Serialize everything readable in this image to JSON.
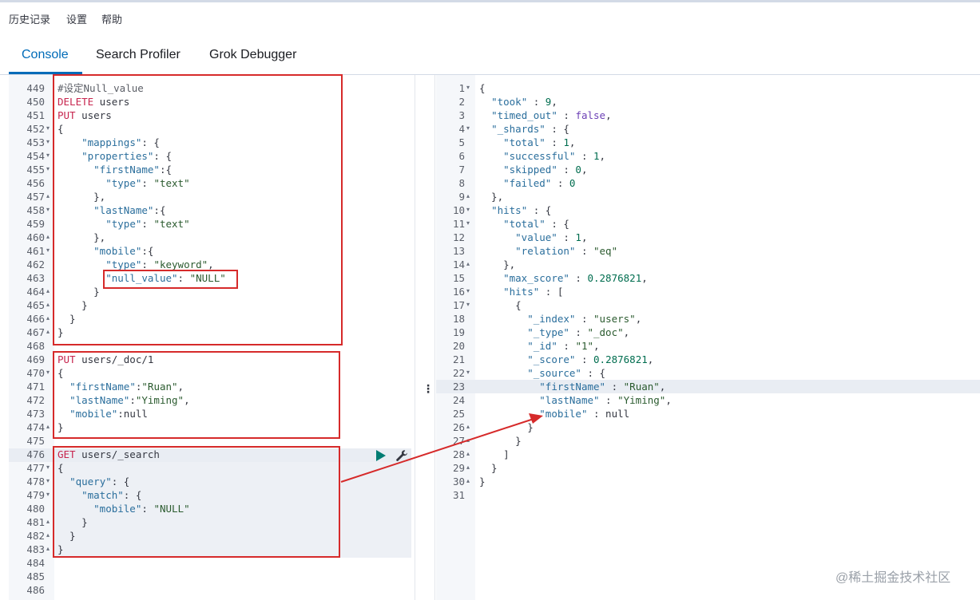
{
  "menu": [
    "历史记录",
    "设置",
    "帮助"
  ],
  "tabs": [
    "Console",
    "Search Profiler",
    "Grok Debugger"
  ],
  "active_tab": "Console",
  "request_editor": {
    "lines": [
      {
        "n": "449",
        "fold": "",
        "segs": [
          [
            "cmt",
            "#设定Null_value"
          ]
        ]
      },
      {
        "n": "450",
        "fold": "",
        "segs": [
          [
            "kw",
            "DELETE"
          ],
          [
            "code",
            " users"
          ]
        ]
      },
      {
        "n": "451",
        "fold": "",
        "segs": [
          [
            "kw",
            "PUT"
          ],
          [
            "code",
            " users"
          ]
        ]
      },
      {
        "n": "452",
        "fold": "open",
        "segs": [
          [
            "code",
            "{"
          ]
        ]
      },
      {
        "n": "453",
        "fold": "open",
        "segs": [
          [
            "code",
            "    "
          ],
          [
            "key",
            "\"mappings\""
          ],
          [
            "code",
            ": {"
          ]
        ]
      },
      {
        "n": "454",
        "fold": "open",
        "segs": [
          [
            "code",
            "    "
          ],
          [
            "key",
            "\"properties\""
          ],
          [
            "code",
            ": {"
          ]
        ]
      },
      {
        "n": "455",
        "fold": "open",
        "segs": [
          [
            "code",
            "      "
          ],
          [
            "key",
            "\"firstName\""
          ],
          [
            "code",
            ":{"
          ]
        ]
      },
      {
        "n": "456",
        "fold": "",
        "segs": [
          [
            "code",
            "        "
          ],
          [
            "key",
            "\"type\""
          ],
          [
            "code",
            ": "
          ],
          [
            "str",
            "\"text\""
          ]
        ]
      },
      {
        "n": "457",
        "fold": "close",
        "segs": [
          [
            "code",
            "      },"
          ]
        ]
      },
      {
        "n": "458",
        "fold": "open",
        "segs": [
          [
            "code",
            "      "
          ],
          [
            "key",
            "\"lastName\""
          ],
          [
            "code",
            ":{"
          ]
        ]
      },
      {
        "n": "459",
        "fold": "",
        "segs": [
          [
            "code",
            "        "
          ],
          [
            "key",
            "\"type\""
          ],
          [
            "code",
            ": "
          ],
          [
            "str",
            "\"text\""
          ]
        ]
      },
      {
        "n": "460",
        "fold": "close",
        "segs": [
          [
            "code",
            "      },"
          ]
        ]
      },
      {
        "n": "461",
        "fold": "open",
        "segs": [
          [
            "code",
            "      "
          ],
          [
            "key",
            "\"mobile\""
          ],
          [
            "code",
            ":{"
          ]
        ]
      },
      {
        "n": "462",
        "fold": "",
        "segs": [
          [
            "code",
            "        "
          ],
          [
            "key",
            "\"type\""
          ],
          [
            "code",
            ": "
          ],
          [
            "str",
            "\"keyword\""
          ],
          [
            "code",
            ","
          ]
        ]
      },
      {
        "n": "463",
        "fold": "",
        "segs": [
          [
            "code",
            "        "
          ],
          [
            "key",
            "\"null_value\""
          ],
          [
            "code",
            ": "
          ],
          [
            "str",
            "\"NULL\""
          ]
        ]
      },
      {
        "n": "464",
        "fold": "close",
        "segs": [
          [
            "code",
            "      }"
          ]
        ]
      },
      {
        "n": "465",
        "fold": "close",
        "segs": [
          [
            "code",
            "    }"
          ]
        ]
      },
      {
        "n": "466",
        "fold": "close",
        "segs": [
          [
            "code",
            "  }"
          ]
        ]
      },
      {
        "n": "467",
        "fold": "close",
        "segs": [
          [
            "code",
            "}"
          ]
        ]
      },
      {
        "n": "468",
        "fold": "",
        "segs": []
      },
      {
        "n": "469",
        "fold": "",
        "segs": [
          [
            "kw",
            "PUT"
          ],
          [
            "code",
            " users/_doc/1"
          ]
        ]
      },
      {
        "n": "470",
        "fold": "open",
        "segs": [
          [
            "code",
            "{"
          ]
        ]
      },
      {
        "n": "471",
        "fold": "",
        "segs": [
          [
            "code",
            "  "
          ],
          [
            "key",
            "\"firstName\""
          ],
          [
            "code",
            ":"
          ],
          [
            "str",
            "\"Ruan\""
          ],
          [
            "code",
            ","
          ]
        ]
      },
      {
        "n": "472",
        "fold": "",
        "segs": [
          [
            "code",
            "  "
          ],
          [
            "key",
            "\"lastName\""
          ],
          [
            "code",
            ":"
          ],
          [
            "str",
            "\"Yiming\""
          ],
          [
            "code",
            ","
          ]
        ]
      },
      {
        "n": "473",
        "fold": "",
        "segs": [
          [
            "code",
            "  "
          ],
          [
            "key",
            "\"mobile\""
          ],
          [
            "code",
            ":null"
          ]
        ]
      },
      {
        "n": "474",
        "fold": "close",
        "segs": [
          [
            "code",
            "}"
          ]
        ]
      },
      {
        "n": "475",
        "fold": "",
        "segs": []
      },
      {
        "n": "476",
        "fold": "",
        "segs": [
          [
            "kw",
            "GET"
          ],
          [
            "code",
            " users/_search"
          ]
        ]
      },
      {
        "n": "477",
        "fold": "open",
        "segs": [
          [
            "code",
            "{"
          ]
        ]
      },
      {
        "n": "478",
        "fold": "open",
        "segs": [
          [
            "code",
            "  "
          ],
          [
            "key",
            "\"query\""
          ],
          [
            "code",
            ": {"
          ]
        ]
      },
      {
        "n": "479",
        "fold": "open",
        "segs": [
          [
            "code",
            "    "
          ],
          [
            "key",
            "\"match\""
          ],
          [
            "code",
            ": {"
          ]
        ]
      },
      {
        "n": "480",
        "fold": "",
        "segs": [
          [
            "code",
            "      "
          ],
          [
            "key",
            "\"mobile\""
          ],
          [
            "code",
            ": "
          ],
          [
            "str",
            "\"NULL\""
          ]
        ]
      },
      {
        "n": "481",
        "fold": "close",
        "segs": [
          [
            "code",
            "    }"
          ]
        ]
      },
      {
        "n": "482",
        "fold": "close",
        "segs": [
          [
            "code",
            "  }"
          ]
        ]
      },
      {
        "n": "483",
        "fold": "close",
        "segs": [
          [
            "code",
            "}"
          ]
        ]
      },
      {
        "n": "484",
        "fold": "",
        "segs": []
      },
      {
        "n": "485",
        "fold": "",
        "segs": []
      },
      {
        "n": "486",
        "fold": "",
        "segs": []
      }
    ]
  },
  "response_editor": {
    "lines": [
      {
        "n": "1",
        "fold": "open",
        "segs": [
          [
            "code",
            "{"
          ]
        ]
      },
      {
        "n": "2",
        "fold": "",
        "segs": [
          [
            "code",
            "  "
          ],
          [
            "key",
            "\"took\""
          ],
          [
            "code",
            " : "
          ],
          [
            "val",
            "9"
          ],
          [
            "code",
            ","
          ]
        ]
      },
      {
        "n": "3",
        "fold": "",
        "segs": [
          [
            "code",
            "  "
          ],
          [
            "key",
            "\"timed_out\""
          ],
          [
            "code",
            " : "
          ],
          [
            "bool",
            "false"
          ],
          [
            "code",
            ","
          ]
        ]
      },
      {
        "n": "4",
        "fold": "open",
        "segs": [
          [
            "code",
            "  "
          ],
          [
            "key",
            "\"_shards\""
          ],
          [
            "code",
            " : {"
          ]
        ]
      },
      {
        "n": "5",
        "fold": "",
        "segs": [
          [
            "code",
            "    "
          ],
          [
            "key",
            "\"total\""
          ],
          [
            "code",
            " : "
          ],
          [
            "val",
            "1"
          ],
          [
            "code",
            ","
          ]
        ]
      },
      {
        "n": "6",
        "fold": "",
        "segs": [
          [
            "code",
            "    "
          ],
          [
            "key",
            "\"successful\""
          ],
          [
            "code",
            " : "
          ],
          [
            "val",
            "1"
          ],
          [
            "code",
            ","
          ]
        ]
      },
      {
        "n": "7",
        "fold": "",
        "segs": [
          [
            "code",
            "    "
          ],
          [
            "key",
            "\"skipped\""
          ],
          [
            "code",
            " : "
          ],
          [
            "val",
            "0"
          ],
          [
            "code",
            ","
          ]
        ]
      },
      {
        "n": "8",
        "fold": "",
        "segs": [
          [
            "code",
            "    "
          ],
          [
            "key",
            "\"failed\""
          ],
          [
            "code",
            " : "
          ],
          [
            "val",
            "0"
          ]
        ]
      },
      {
        "n": "9",
        "fold": "close",
        "segs": [
          [
            "code",
            "  },"
          ]
        ]
      },
      {
        "n": "10",
        "fold": "open",
        "segs": [
          [
            "code",
            "  "
          ],
          [
            "key",
            "\"hits\""
          ],
          [
            "code",
            " : {"
          ]
        ]
      },
      {
        "n": "11",
        "fold": "open",
        "segs": [
          [
            "code",
            "    "
          ],
          [
            "key",
            "\"total\""
          ],
          [
            "code",
            " : {"
          ]
        ]
      },
      {
        "n": "12",
        "fold": "",
        "segs": [
          [
            "code",
            "      "
          ],
          [
            "key",
            "\"value\""
          ],
          [
            "code",
            " : "
          ],
          [
            "val",
            "1"
          ],
          [
            "code",
            ","
          ]
        ]
      },
      {
        "n": "13",
        "fold": "",
        "segs": [
          [
            "code",
            "      "
          ],
          [
            "key",
            "\"relation\""
          ],
          [
            "code",
            " : "
          ],
          [
            "str",
            "\"eq\""
          ]
        ]
      },
      {
        "n": "14",
        "fold": "close",
        "segs": [
          [
            "code",
            "    },"
          ]
        ]
      },
      {
        "n": "15",
        "fold": "",
        "segs": [
          [
            "code",
            "    "
          ],
          [
            "key",
            "\"max_score\""
          ],
          [
            "code",
            " : "
          ],
          [
            "val",
            "0.2876821"
          ],
          [
            "code",
            ","
          ]
        ]
      },
      {
        "n": "16",
        "fold": "open",
        "segs": [
          [
            "code",
            "    "
          ],
          [
            "key",
            "\"hits\""
          ],
          [
            "code",
            " : ["
          ]
        ]
      },
      {
        "n": "17",
        "fold": "open",
        "segs": [
          [
            "code",
            "      {"
          ]
        ]
      },
      {
        "n": "18",
        "fold": "",
        "segs": [
          [
            "code",
            "        "
          ],
          [
            "key",
            "\"_index\""
          ],
          [
            "code",
            " : "
          ],
          [
            "str",
            "\"users\""
          ],
          [
            "code",
            ","
          ]
        ]
      },
      {
        "n": "19",
        "fold": "",
        "segs": [
          [
            "code",
            "        "
          ],
          [
            "key",
            "\"_type\""
          ],
          [
            "code",
            " : "
          ],
          [
            "str",
            "\"_doc\""
          ],
          [
            "code",
            ","
          ]
        ]
      },
      {
        "n": "20",
        "fold": "",
        "segs": [
          [
            "code",
            "        "
          ],
          [
            "key",
            "\"_id\""
          ],
          [
            "code",
            " : "
          ],
          [
            "str",
            "\"1\""
          ],
          [
            "code",
            ","
          ]
        ]
      },
      {
        "n": "21",
        "fold": "",
        "segs": [
          [
            "code",
            "        "
          ],
          [
            "key",
            "\"_score\""
          ],
          [
            "code",
            " : "
          ],
          [
            "val",
            "0.2876821"
          ],
          [
            "code",
            ","
          ]
        ]
      },
      {
        "n": "22",
        "fold": "open",
        "segs": [
          [
            "code",
            "        "
          ],
          [
            "key",
            "\"_source\""
          ],
          [
            "code",
            " : {"
          ]
        ]
      },
      {
        "n": "23",
        "fold": "",
        "segs": [
          [
            "code",
            "          "
          ],
          [
            "key",
            "\"firstName\""
          ],
          [
            "code",
            " : "
          ],
          [
            "str",
            "\"Ruan\""
          ],
          [
            "code",
            ","
          ]
        ]
      },
      {
        "n": "24",
        "fold": "",
        "segs": [
          [
            "code",
            "          "
          ],
          [
            "key",
            "\"lastName\""
          ],
          [
            "code",
            " : "
          ],
          [
            "str",
            "\"Yiming\""
          ],
          [
            "code",
            ","
          ]
        ]
      },
      {
        "n": "25",
        "fold": "",
        "segs": [
          [
            "code",
            "          "
          ],
          [
            "key",
            "\"mobile\""
          ],
          [
            "code",
            " : null"
          ]
        ]
      },
      {
        "n": "26",
        "fold": "close",
        "segs": [
          [
            "code",
            "        }"
          ]
        ]
      },
      {
        "n": "27",
        "fold": "close",
        "segs": [
          [
            "code",
            "      }"
          ]
        ]
      },
      {
        "n": "28",
        "fold": "close",
        "segs": [
          [
            "code",
            "    ]"
          ]
        ]
      },
      {
        "n": "29",
        "fold": "close",
        "segs": [
          [
            "code",
            "  }"
          ]
        ]
      },
      {
        "n": "30",
        "fold": "close",
        "segs": [
          [
            "code",
            "}"
          ]
        ]
      },
      {
        "n": "31",
        "fold": "",
        "segs": []
      }
    ]
  },
  "actions": {
    "run_icon": "play-icon",
    "settings_icon": "wrench-icon"
  },
  "watermark": "@稀土掘金技术社区",
  "colors": {
    "accent": "#006bb8",
    "annotation": "#d62a2a"
  }
}
